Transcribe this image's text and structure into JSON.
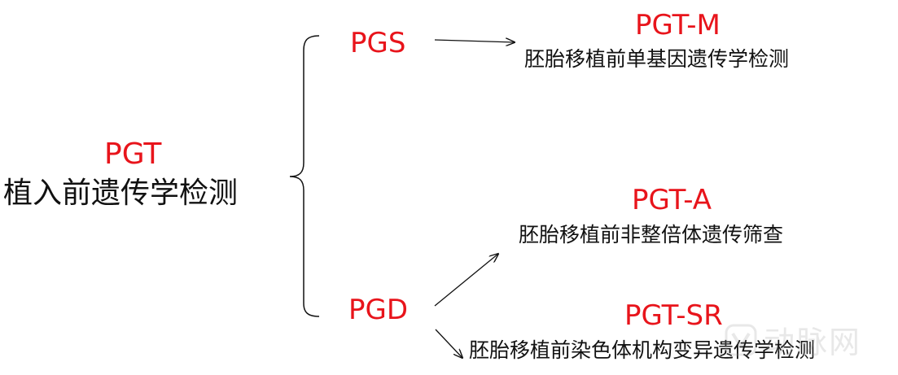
{
  "root": {
    "code": "PGT",
    "description": "植入前遗传学检测"
  },
  "branches": {
    "pgs": {
      "code": "PGS"
    },
    "pgd": {
      "code": "PGD"
    }
  },
  "leaves": {
    "pgt_m": {
      "code": "PGT-M",
      "description": "胚胎移植前单基因遗传学检测"
    },
    "pgt_a": {
      "code": "PGT-A",
      "description": "胚胎移植前非整倍体遗传筛查"
    },
    "pgt_sr": {
      "code": "PGT-SR",
      "description": "胚胎移植前染色体机构变异遗传学检测"
    }
  },
  "watermark": {
    "text": "动脉网"
  },
  "colors": {
    "accent": "#e8141b",
    "text": "#111111",
    "line": "#111111"
  }
}
